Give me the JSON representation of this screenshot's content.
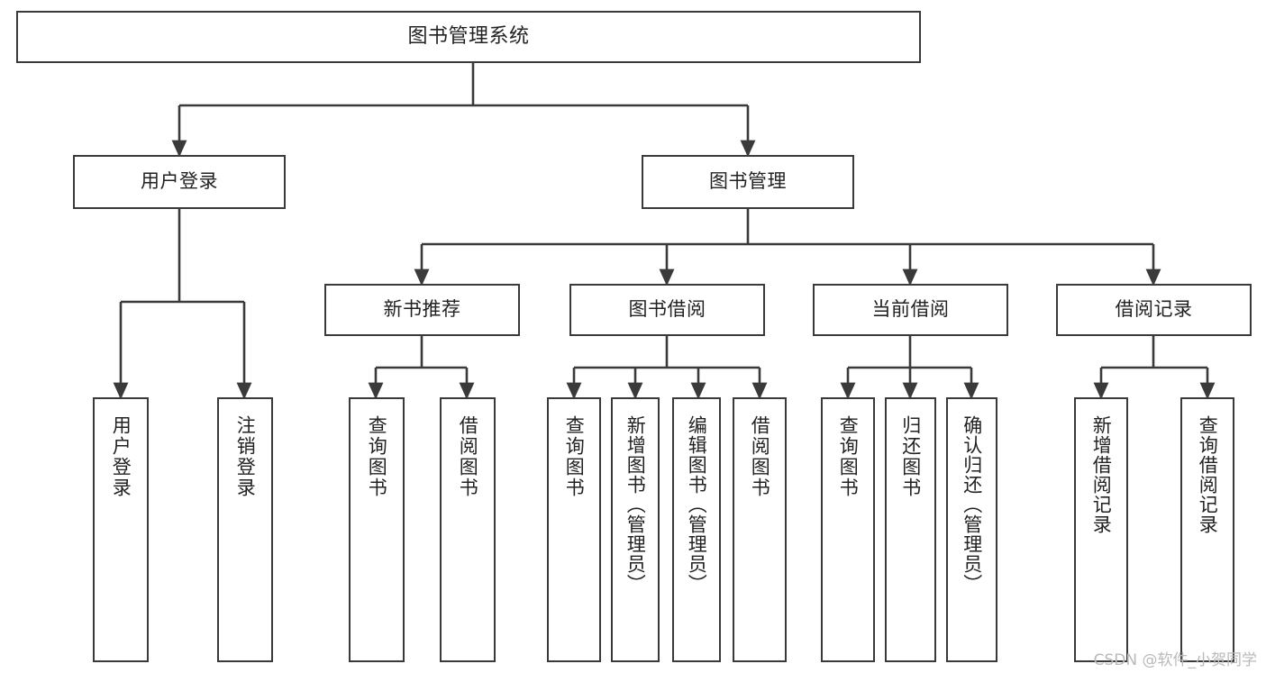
{
  "diagram": {
    "title": "图书管理系统",
    "type": "tree-hierarchy",
    "colors": {
      "stroke": "#3a3a3a",
      "fill": "#ffffff",
      "text": "#222222",
      "watermark": "#b9b9b9"
    },
    "root": {
      "label": "图书管理系统"
    },
    "level2": [
      {
        "label": "用户登录"
      },
      {
        "label": "图书管理"
      }
    ],
    "level3": [
      {
        "label": "新书推荐"
      },
      {
        "label": "图书借阅"
      },
      {
        "label": "当前借阅"
      },
      {
        "label": "借阅记录"
      }
    ],
    "leaves": {
      "user_login": [
        {
          "label": "用户登录"
        },
        {
          "label": "注销登录"
        }
      ],
      "new_book_recommend": [
        {
          "label": "查询图书"
        },
        {
          "label": "借阅图书"
        }
      ],
      "book_borrow": [
        {
          "label": "查询图书"
        },
        {
          "label": "新增图书（管理员）"
        },
        {
          "label": "编辑图书（管理员）"
        },
        {
          "label": "借阅图书"
        }
      ],
      "current_borrow": [
        {
          "label": "查询图书"
        },
        {
          "label": "归还图书"
        },
        {
          "label": "确认归还（管理员）"
        }
      ],
      "borrow_record": [
        {
          "label": "新增借阅记录"
        },
        {
          "label": "查询借阅记录"
        }
      ]
    }
  },
  "watermark": {
    "text": "CSDN @软件_小贺同学"
  }
}
